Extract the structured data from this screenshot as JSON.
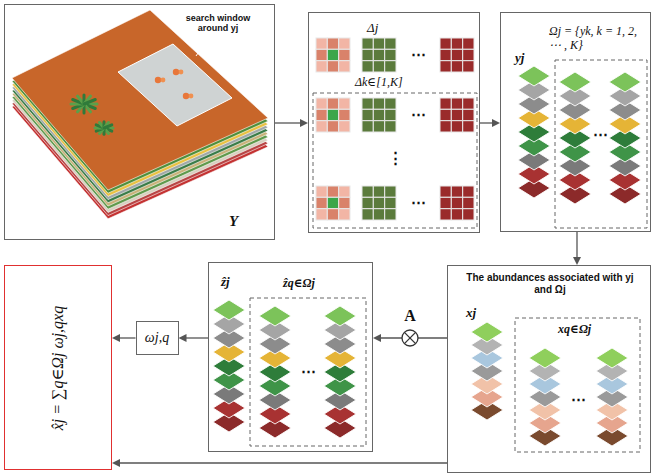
{
  "diagram": {
    "nodes": [
      {
        "text": [
          "search window around yj",
          "Y"
        ]
      },
      {
        "text": [
          "Δj",
          "Δk∈[1,K]"
        ]
      },
      {
        "text": [
          "yj",
          "Ωj = {yk, k = 1, 2, ⋯ , K}"
        ]
      },
      {
        "text": [
          "The abundances associated with yj and Ωj",
          "xj",
          "xq∈Ωj"
        ]
      },
      {
        "text": [
          "ẑj",
          "ẑq∈Ωj"
        ]
      },
      {
        "text": [
          "ωj,q"
        ]
      },
      {
        "text": [
          "x̂j = ∑q∈Ωj ωj,qxq"
        ]
      }
    ],
    "edges": [
      {
        "from": 0,
        "to": 1,
        "arrow": "to"
      },
      {
        "from": 1,
        "to": 2,
        "arrow": "to"
      },
      {
        "from": 2,
        "to": 3,
        "arrow": "to"
      },
      {
        "from": 3,
        "to": 4,
        "label": "A",
        "arrow": "to"
      },
      {
        "from": 4,
        "to": 5,
        "arrow": "to"
      },
      {
        "from": 5,
        "to": 6,
        "arrow": "to"
      },
      {
        "from": 3,
        "to": 6,
        "arrow": "to"
      }
    ],
    "labels": [
      "⋯",
      "⋯",
      "⋮",
      "⋯",
      "⋯",
      "⋯",
      "⋯"
    ]
  }
}
